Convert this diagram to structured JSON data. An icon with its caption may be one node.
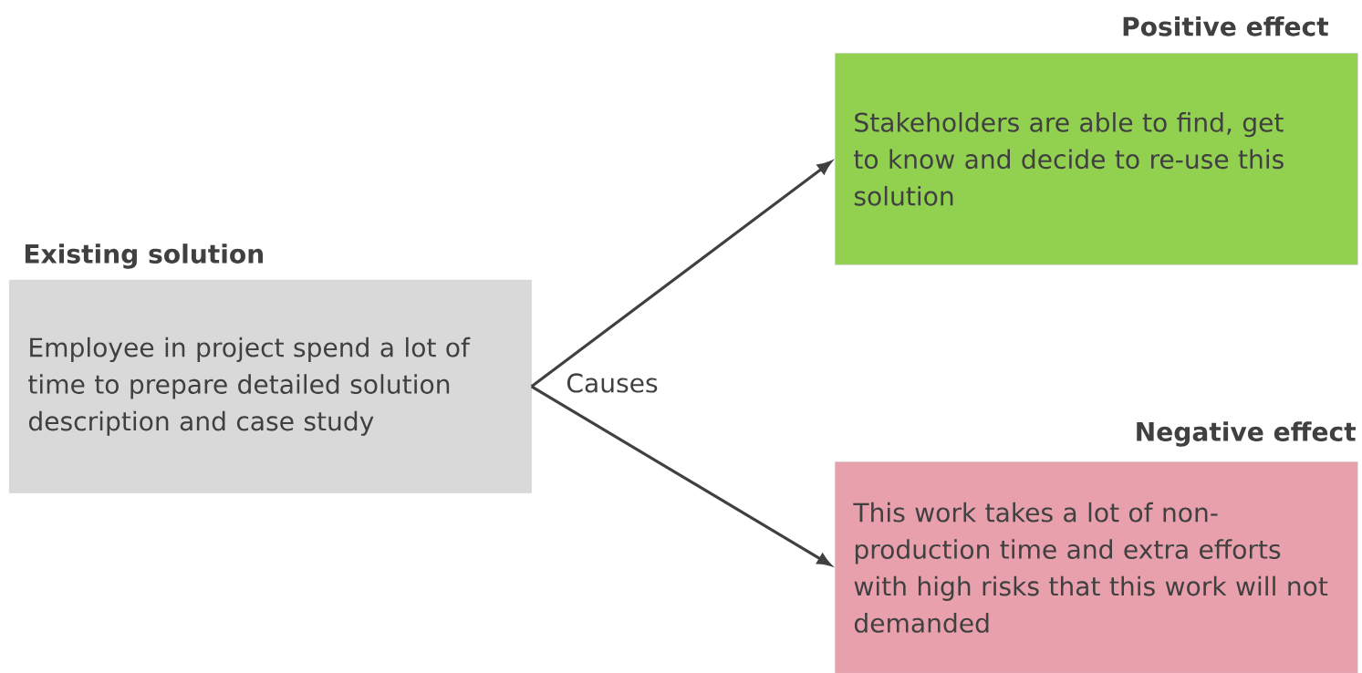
{
  "diagram": {
    "nodes": [
      {
        "text": [
          "Existing solution",
          "Employee in project spend a lot of time to prepare detailed solution description and case study"
        ]
      },
      {
        "text": [
          "Positive effect",
          "Stakeholders are able to find, get to know and decide to re-use this solution"
        ]
      },
      {
        "text": [
          "Negative effect",
          "This work takes a lot of non-production time and extra efforts with high risks that this work will not demanded"
        ]
      }
    ],
    "edges": [
      {
        "from": 0,
        "to": 1,
        "arrow": "to"
      },
      {
        "from": 0,
        "to": 2,
        "arrow": "to"
      }
    ],
    "labels": [
      "Causes"
    ]
  }
}
